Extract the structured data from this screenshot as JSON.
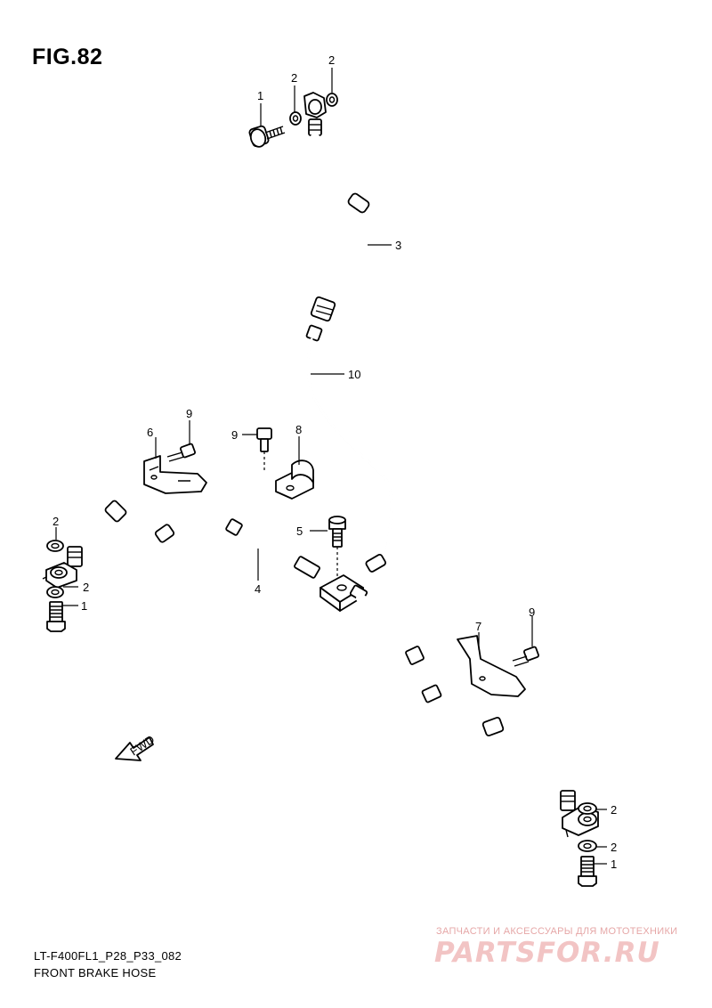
{
  "figure": {
    "title": "FIG.82"
  },
  "callouts": {
    "c_top_bolt": "1",
    "c_top_washer_a": "2",
    "c_top_washer_b": "2",
    "c_upper_hose": "3",
    "c_main_hose": "4",
    "c_joint_bolt": "5",
    "c_bracket_left": "6",
    "c_bracket_right": "7",
    "c_clamp": "8",
    "c_bracket_left_bolt": "9",
    "c_clamp_bolt": "9",
    "c_bracket_right_bolt": "9",
    "c_pipe": "10",
    "c_left_washer_a": "2",
    "c_left_washer_b": "2",
    "c_left_bolt": "1",
    "c_right_washer_a": "2",
    "c_right_washer_b": "2",
    "c_right_bolt": "1"
  },
  "direction_marker": {
    "label": "FWD"
  },
  "footer": {
    "code": "LT-F400FL1_P28_P33_082",
    "caption": "FRONT BRAKE HOSE"
  },
  "watermark": {
    "tagline": "ЗАПЧАСТИ И АКСЕССУАРЫ ДЛЯ МОТОТЕХНИКИ",
    "logo": "PARTSFOR.RU"
  }
}
